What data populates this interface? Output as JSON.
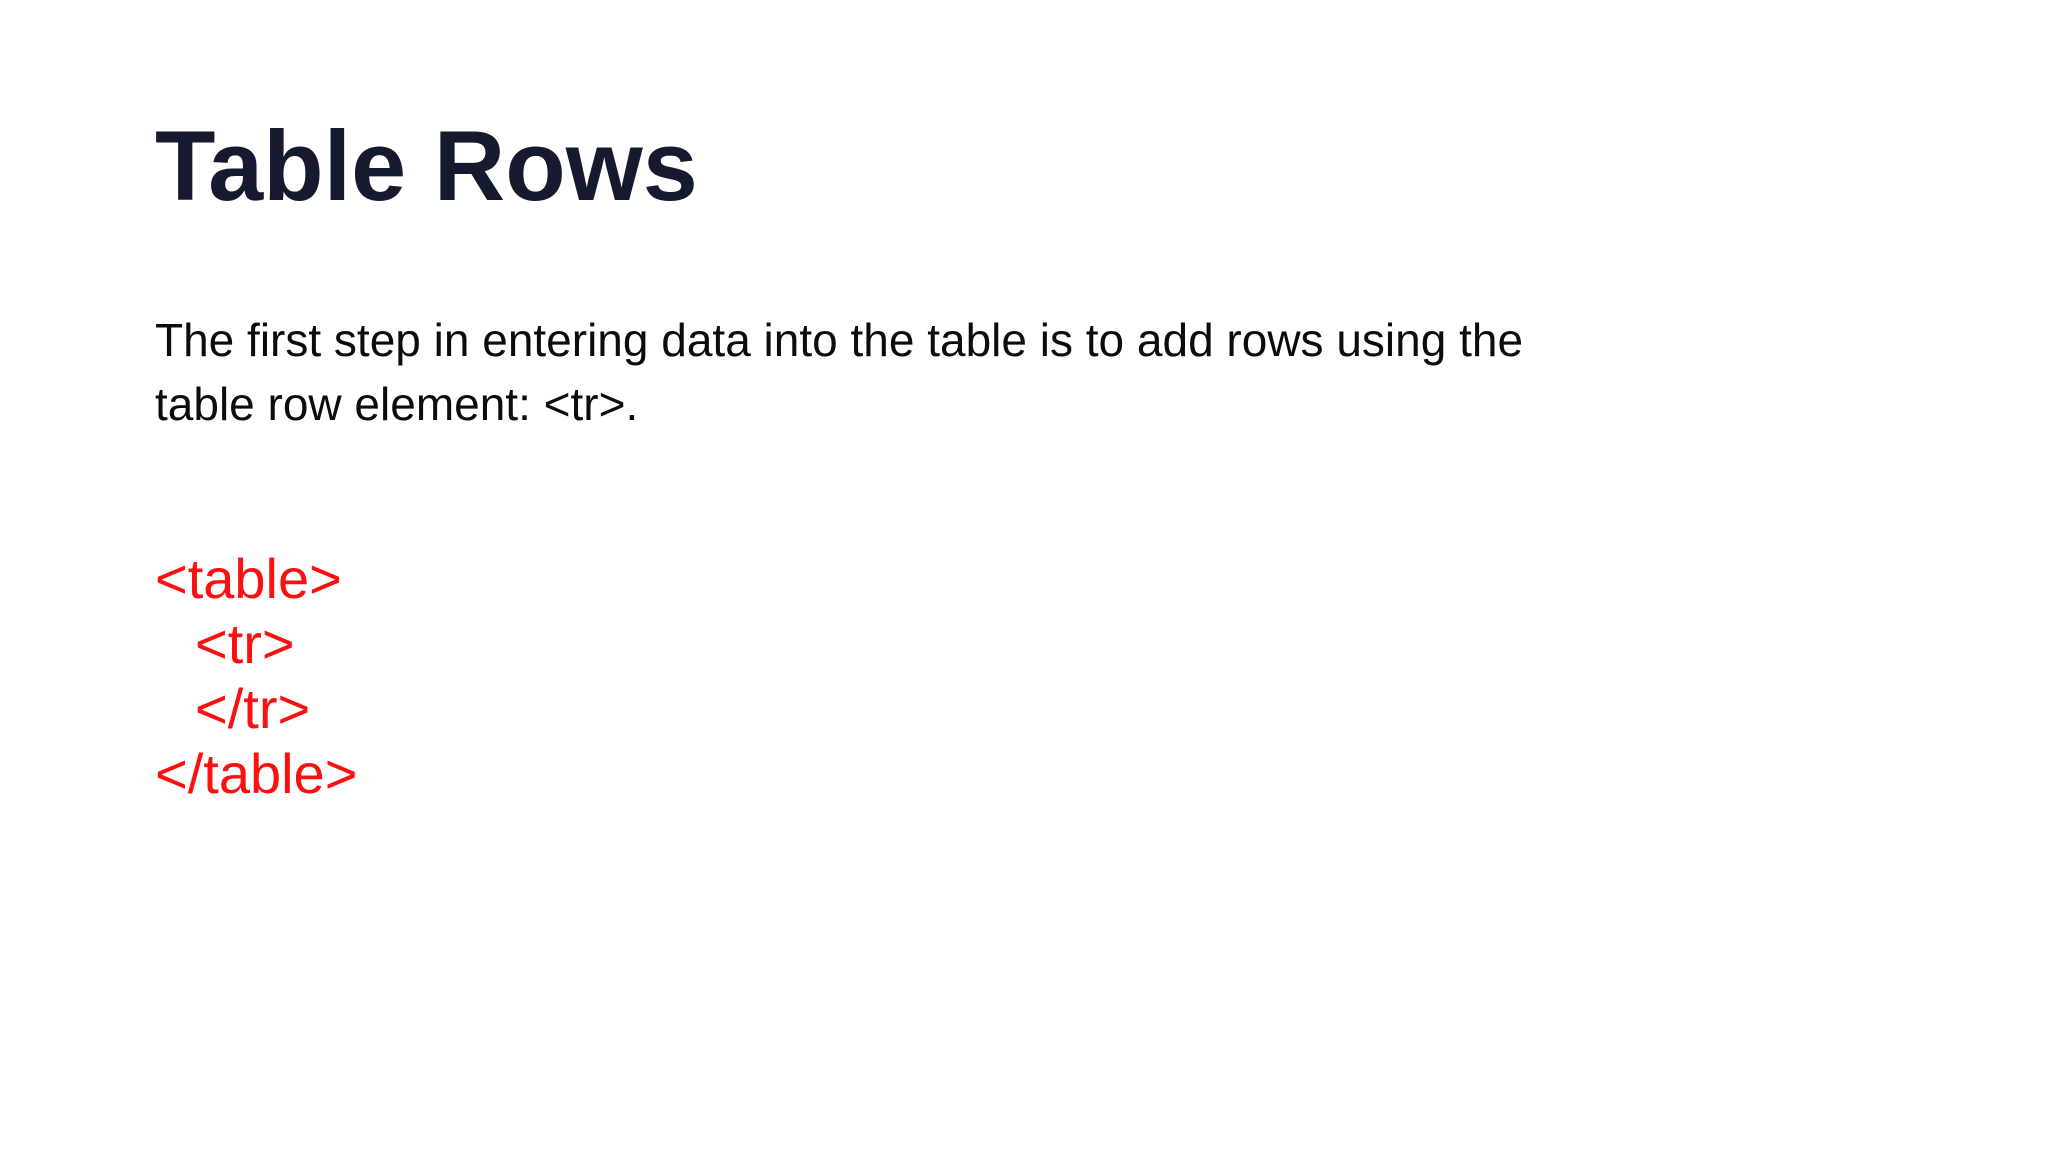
{
  "slide": {
    "title": "Table Rows",
    "paragraph": {
      "lines": [
        "The first step in entering data into the table is to add rows using the",
        "table row element: <tr>."
      ]
    },
    "code": {
      "lines": [
        "<table>",
        "<tr>",
        "</tr>",
        "</table>"
      ]
    },
    "colors": {
      "background": "#ffffff",
      "title": "#161a2e",
      "body": "#0c0c0c",
      "code": "#fb0f0f"
    }
  }
}
